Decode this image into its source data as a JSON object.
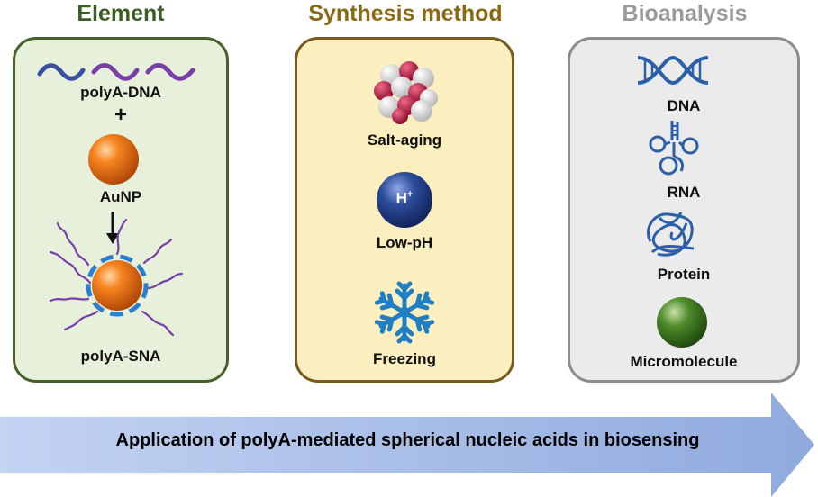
{
  "columns": {
    "element": {
      "heading": "Element",
      "labels": [
        "polyA-DNA",
        "+",
        "AuNP",
        "polyA-SNA"
      ],
      "colors": {
        "heading": "#3a5d22",
        "border": "#46602c",
        "fill": "#e6f0da"
      }
    },
    "synthesis": {
      "heading": "Synthesis method",
      "labels": [
        "Salt-aging",
        "Low-pH",
        "Freezing"
      ],
      "h_plus": "H+",
      "colors": {
        "heading": "#8a6914",
        "border": "#7a5a1e",
        "fill": "#fbefc0"
      }
    },
    "bioanalysis": {
      "heading": "Bioanalysis",
      "labels": [
        "DNA",
        "RNA",
        "Protein",
        "Micromolecule"
      ],
      "colors": {
        "heading": "#9a9a9a",
        "border": "#8c8c8c",
        "fill": "#ebebeb"
      }
    }
  },
  "icons": {
    "element": [
      "dna-strands-icon",
      "gold-nanoparticle-icon",
      "down-arrow-icon",
      "spherical-nucleic-acid-icon"
    ],
    "synthesis": [
      "salt-crystal-icon",
      "proton-sphere-icon",
      "snowflake-icon"
    ],
    "bioanalysis": [
      "dna-helix-icon",
      "rna-icon",
      "protein-icon",
      "micromolecule-sphere-icon"
    ]
  },
  "banner": {
    "text": "Application of polyA-mediated spherical nucleic acids in biosensing",
    "color": "#9fb6e0"
  }
}
